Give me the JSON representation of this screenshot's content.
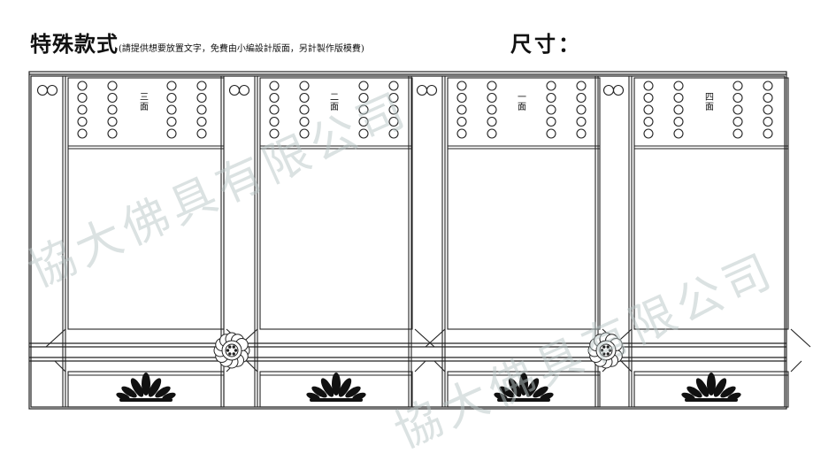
{
  "header": {
    "title": "特殊款式",
    "note": "(請提供想要放置文字，免費由小編設計版面，另計製作版模費)",
    "size_label": "尺寸："
  },
  "panels": [
    {
      "label": "三面"
    },
    {
      "label": "二面"
    },
    {
      "label": "一面"
    },
    {
      "label": "四面"
    }
  ],
  "watermark": {
    "text": "協大佛具有限公司"
  },
  "colors": {
    "line": "#222222",
    "watermark": "#b9c6c6"
  }
}
